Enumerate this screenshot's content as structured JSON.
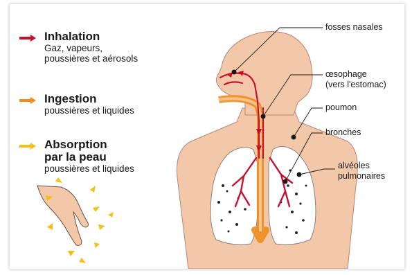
{
  "colors": {
    "inhalation": "#c8102e",
    "ingestion": "#f08c1e",
    "absorption": "#f2c21b",
    "body": "#f3c8a8",
    "body_outline": "#b3867a",
    "lung": "#ffffff",
    "leader": "#1a1a1a"
  },
  "routes": [
    {
      "key": "inhalation",
      "title": "Inhalation",
      "subtitle_lines": [
        "Gaz, vapeurs,",
        "poussières et aérosols"
      ]
    },
    {
      "key": "ingestion",
      "title": "Ingestion",
      "subtitle_lines": [
        "poussières et liquides"
      ]
    },
    {
      "key": "absorption",
      "title_lines": [
        "Absorption",
        "par la peau"
      ],
      "subtitle_lines": [
        "poussières et liquides"
      ]
    }
  ],
  "organs": {
    "fosses_nasales": "fosses nasales",
    "oesophage_lines": [
      "œsophage",
      "(vers l'estomac)"
    ],
    "poumon": "poumon",
    "bronches": "bronches",
    "alveoles_lines": [
      "alvéoles",
      "pulmonaires"
    ]
  }
}
